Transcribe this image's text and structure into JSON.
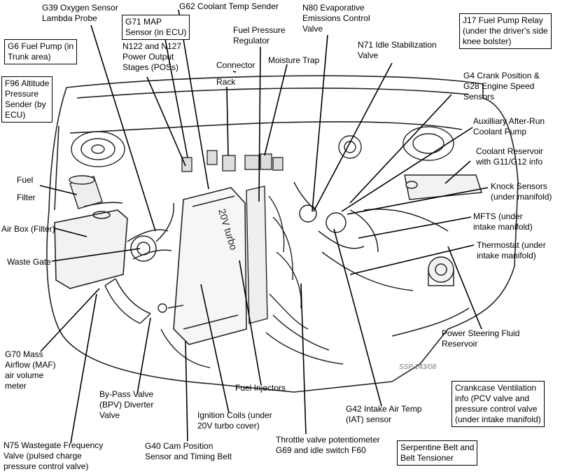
{
  "labels": {
    "g39": "G39 Oxygen Sensor\nLambda Probe",
    "g62": "G62 Coolant Temp Sender",
    "g71": "G71 MAP\nSensor (in ECU)",
    "n80": "N80 Evaporative\nEmissions Control\nValve",
    "j17": "J17 Fuel Pump Relay\n(under the driver's side\nknee bolster)",
    "g6": "G6 Fuel Pump (in\nTrunk area)",
    "n122": "N122 and N127\nPower Output\nStages (POSs)",
    "fuel_pressure": "Fuel Pressure\nRegulator",
    "n71": "N71 Idle Stabilization\nValve",
    "connector": "Connector",
    "moisture": "Moisture Trap",
    "f96": "F96 Altitude\nPressure\nSender (by\nECU)",
    "rack": "Rack",
    "g4": "G4 Crank Position &\nG28 Engine Speed\nSensors",
    "aux_pump": "Auxilliary After-Run\nCoolant Pump",
    "coolant_res": "Coolant Reservoir\nwith G11/G12 info",
    "fuel_filter_1": "Fuel",
    "fuel_filter_2": "Filter",
    "knock": "Knock Sensors\n(under manifold)",
    "mfts": "MFTS (under\nintake manifold)",
    "air_box": "Air Box (Filter)",
    "thermostat": "Thermostat (under\nintake manifold)",
    "waste_gate": "Waste Gate",
    "ps_fluid": "Power Steering Fluid\nReservoir",
    "g70": "G70 Mass\nAirflow (MAF)\nair volume\nmeter",
    "bpv": "By-Pass Valve\n(BPV) Diverter\nValve",
    "injectors": "Fuel Injectors",
    "crankcase": "Crankcase Ventilation\ninfo (PCV valve and\npressure control valve\n(under intake manifold)",
    "g42": "G42 Intake Air Temp\n(IAT) sensor",
    "ignition": "Ignition Coils (under\n20V turbo cover)",
    "n75": "N75 Wastegate Frequency\nValve (pulsed charge\npressure control valve)",
    "g40": "G40 Cam Position\nSensor and Timing Belt",
    "throttle": "Throttle valve potentiometer\nG69 and idle switch F60",
    "serpentine": "Serpentine Belt and\nBelt Tensioner"
  },
  "engine_marks": {
    "cover_text": "20V turbo",
    "ssp": "SSP 143/08"
  }
}
